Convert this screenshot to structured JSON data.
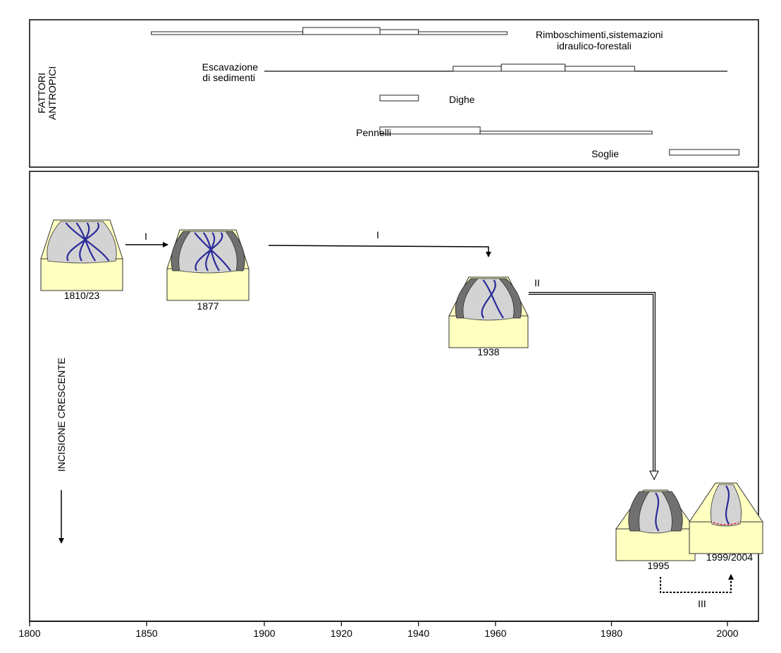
{
  "panels": {
    "factors_label_line1": "FATTORI",
    "factors_label_line2": "ANTROPICI",
    "incision_label": "INCISIONE CRESCENTE"
  },
  "factors": [
    {
      "id": "reforestation",
      "label_lines": [
        "Rimboschimenti,sistemazioni",
        "idraulico-forestali"
      ],
      "segments": [
        [
          1852,
          1910,
          "low"
        ],
        [
          1910,
          1930,
          "high"
        ],
        [
          1930,
          1940,
          "mid"
        ],
        [
          1940,
          1962,
          "low"
        ]
      ]
    },
    {
      "id": "excavation",
      "label_lines": [
        "Escavazione",
        "di sedimenti"
      ],
      "segments": [
        [
          1900,
          1949,
          "line"
        ],
        [
          1949,
          1961,
          "mid"
        ],
        [
          1961,
          1972,
          "high"
        ],
        [
          1972,
          1984,
          "mid"
        ],
        [
          1984,
          2000,
          "line"
        ]
      ]
    },
    {
      "id": "dams",
      "label_lines": [
        "Dighe"
      ],
      "segments": [
        [
          1930,
          1940,
          "box"
        ]
      ]
    },
    {
      "id": "groynes",
      "label_lines": [
        "Pennelli"
      ],
      "segments": [
        [
          1930,
          1956,
          "high"
        ],
        [
          1956,
          1987,
          "low"
        ]
      ]
    },
    {
      "id": "weirs",
      "label_lines": [
        "Soglie"
      ],
      "segments": [
        [
          1990,
          2002,
          "box"
        ]
      ]
    }
  ],
  "stages": [
    {
      "id": "s1810",
      "label": "1810/23"
    },
    {
      "id": "s1877",
      "label": "1877"
    },
    {
      "id": "s1938",
      "label": "1938"
    },
    {
      "id": "s1995",
      "label": "1995"
    },
    {
      "id": "s1999",
      "label": "1999/2004"
    }
  ],
  "phases": {
    "p1a": "I",
    "p1b": "I",
    "p2": "II",
    "p3": "III"
  },
  "axis": {
    "ticks": [
      1800,
      1850,
      1900,
      1920,
      1940,
      1960,
      1980,
      2000
    ]
  },
  "colors": {
    "sand": "#ffffc0",
    "channel": "#d3d3d3",
    "old_bank": "#707070",
    "water": "#2a2a9a",
    "recent": "#e02020"
  }
}
